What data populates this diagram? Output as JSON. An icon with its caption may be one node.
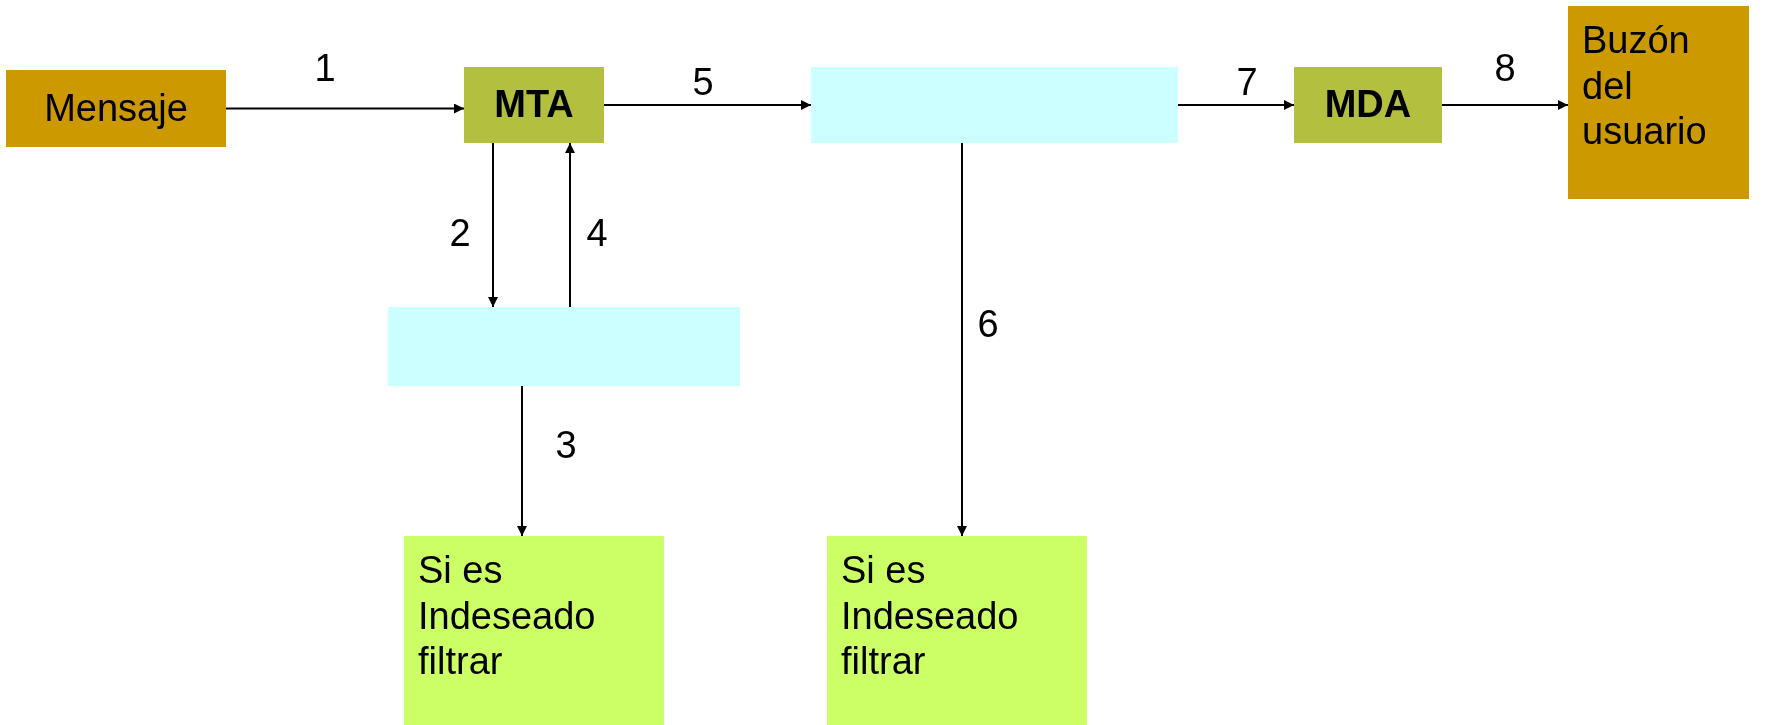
{
  "diagram": {
    "nodes": [
      {
        "text": [
          "Mensaje"
        ]
      },
      {
        "text": [
          "MTA"
        ]
      },
      {
        "text": [],
        "shape": "box"
      },
      {
        "text": [
          "MDA"
        ]
      },
      {
        "text": [
          "Buzón del usuario"
        ]
      },
      {
        "text": [],
        "shape": "box"
      },
      {
        "text": [
          "Si es Indeseado filtrar"
        ]
      },
      {
        "text": [
          "Si es Indeseado filtrar"
        ]
      }
    ],
    "edges": [
      {
        "from": 0,
        "to": 1,
        "arrow": "to",
        "label": "1"
      },
      {
        "from": 1,
        "to": 5,
        "arrow": "to",
        "label": "2"
      },
      {
        "from": 5,
        "to": 6,
        "arrow": "to",
        "label": "3"
      },
      {
        "from": 5,
        "to": 1,
        "arrow": "to",
        "label": "4"
      },
      {
        "from": 1,
        "to": 2,
        "arrow": "to",
        "label": "5"
      },
      {
        "from": 2,
        "to": 7,
        "arrow": "to",
        "label": "6"
      },
      {
        "from": 2,
        "to": 3,
        "arrow": "to",
        "label": "7"
      },
      {
        "from": 3,
        "to": 4,
        "arrow": "to",
        "label": "8"
      }
    ]
  }
}
